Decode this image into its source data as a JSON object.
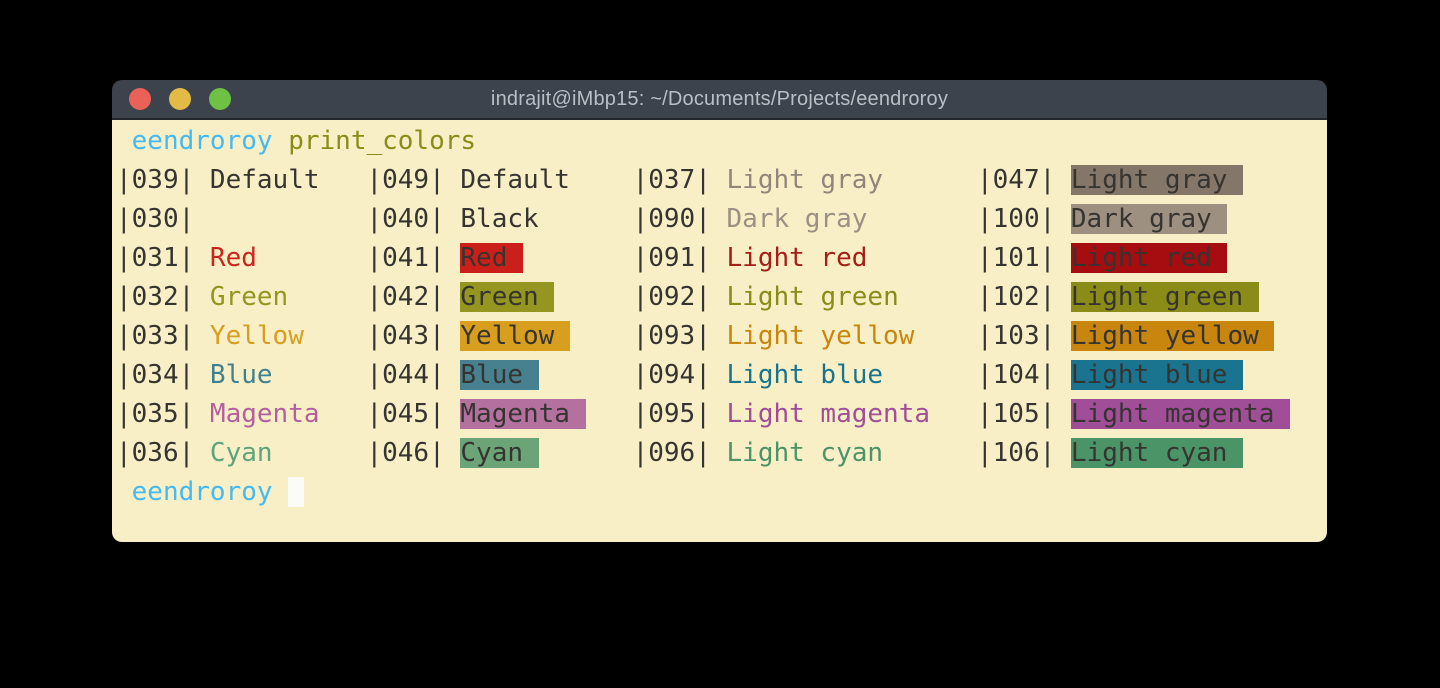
{
  "window": {
    "title": "indrajit@iMbp15: ~/Documents/Projects/eendroroy",
    "titlebar_color": "#3c434c",
    "traffic_lights": [
      {
        "name": "close",
        "color": "#ea6157"
      },
      {
        "name": "minimize",
        "color": "#e2ba45"
      },
      {
        "name": "zoom",
        "color": "#6fc146"
      }
    ]
  },
  "terminal": {
    "background": "#f8efc7",
    "cursor_color": "#fbfbf8",
    "prompt": {
      "user": "eendroroy",
      "command": "print_colors"
    },
    "palette": {
      "default": "#363430",
      "prompt_user": "#45b9f2",
      "prompt_command": "#8b8c17",
      "red": "#c9251d",
      "green": "#959620",
      "yellow": "#d89e1e",
      "blue": "#41808f",
      "magenta": "#b3609f",
      "cyan": "#5ea47b",
      "light_gray": "#90867a",
      "dark_gray": "#9a9083",
      "light_red": "#a31f17",
      "light_green": "#8b8c17",
      "light_yellow": "#c8860e",
      "light_blue": "#1a748f",
      "light_magenta": "#a04e98",
      "light_cyan": "#4b9468",
      "bg_red": "#cb2019",
      "bg_green": "#959620",
      "bg_yellow": "#d89e1e",
      "bg_blue": "#47808e",
      "bg_magenta": "#b4719f",
      "bg_cyan": "#6aa477",
      "bg_light_gray": "#84776a",
      "bg_dark_gray": "#9e9080",
      "bg_light_red": "#a50d10",
      "bg_light_green": "#8b8c17",
      "bg_light_yellow": "#c8860e",
      "bg_light_blue": "#1a748f",
      "bg_light_magenta": "#a04e98",
      "bg_light_cyan": "#4b9468"
    },
    "color_table": {
      "rows": [
        [
          {
            "code": "039",
            "label": "Default",
            "fg": "default"
          },
          {
            "code": "049",
            "label": "Default",
            "fg": "default"
          },
          {
            "code": "037",
            "label": "Light gray",
            "fg": "light_gray"
          },
          {
            "code": "047",
            "label": "Light gray",
            "fg": "default",
            "bg": "bg_light_gray"
          }
        ],
        [
          {
            "code": "030",
            "label": "",
            "fg": "default"
          },
          {
            "code": "040",
            "label": "Black",
            "fg": "default"
          },
          {
            "code": "090",
            "label": "Dark gray",
            "fg": "dark_gray"
          },
          {
            "code": "100",
            "label": "Dark gray",
            "fg": "default",
            "bg": "bg_dark_gray"
          }
        ],
        [
          {
            "code": "031",
            "label": "Red",
            "fg": "red"
          },
          {
            "code": "041",
            "label": "Red",
            "fg": "default",
            "bg": "bg_red"
          },
          {
            "code": "091",
            "label": "Light red",
            "fg": "light_red"
          },
          {
            "code": "101",
            "label": "Light red",
            "fg": "default",
            "bg": "bg_light_red"
          }
        ],
        [
          {
            "code": "032",
            "label": "Green",
            "fg": "green"
          },
          {
            "code": "042",
            "label": "Green",
            "fg": "default",
            "bg": "bg_green"
          },
          {
            "code": "092",
            "label": "Light green",
            "fg": "light_green"
          },
          {
            "code": "102",
            "label": "Light green",
            "fg": "default",
            "bg": "bg_light_green"
          }
        ],
        [
          {
            "code": "033",
            "label": "Yellow",
            "fg": "yellow"
          },
          {
            "code": "043",
            "label": "Yellow",
            "fg": "default",
            "bg": "bg_yellow"
          },
          {
            "code": "093",
            "label": "Light yellow",
            "fg": "light_yellow"
          },
          {
            "code": "103",
            "label": "Light yellow",
            "fg": "default",
            "bg": "bg_light_yellow"
          }
        ],
        [
          {
            "code": "034",
            "label": "Blue",
            "fg": "blue"
          },
          {
            "code": "044",
            "label": "Blue",
            "fg": "default",
            "bg": "bg_blue"
          },
          {
            "code": "094",
            "label": "Light blue",
            "fg": "light_blue"
          },
          {
            "code": "104",
            "label": "Light blue",
            "fg": "default",
            "bg": "bg_light_blue"
          }
        ],
        [
          {
            "code": "035",
            "label": "Magenta",
            "fg": "magenta"
          },
          {
            "code": "045",
            "label": "Magenta",
            "fg": "default",
            "bg": "bg_magenta"
          },
          {
            "code": "095",
            "label": "Light magenta",
            "fg": "light_magenta"
          },
          {
            "code": "105",
            "label": "Light magenta",
            "fg": "default",
            "bg": "bg_light_magenta"
          }
        ],
        [
          {
            "code": "036",
            "label": "Cyan",
            "fg": "cyan"
          },
          {
            "code": "046",
            "label": "Cyan",
            "fg": "default",
            "bg": "bg_cyan"
          },
          {
            "code": "096",
            "label": "Light cyan",
            "fg": "light_cyan"
          },
          {
            "code": "106",
            "label": "Light cyan",
            "fg": "default",
            "bg": "bg_light_cyan"
          }
        ]
      ]
    }
  }
}
